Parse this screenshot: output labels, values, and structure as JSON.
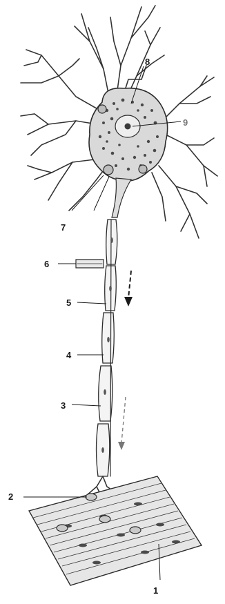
{
  "labels": {
    "l1": "1",
    "l2": "2",
    "l3": "3",
    "l4": "4",
    "l5": "5",
    "l6": "6",
    "l7": "7",
    "l8": "8",
    "l9": "9"
  },
  "colors": {
    "ink": "#2b2b2b",
    "label": "#1a1a1a",
    "label_light": "#7a7a7a",
    "background": "#ffffff"
  }
}
